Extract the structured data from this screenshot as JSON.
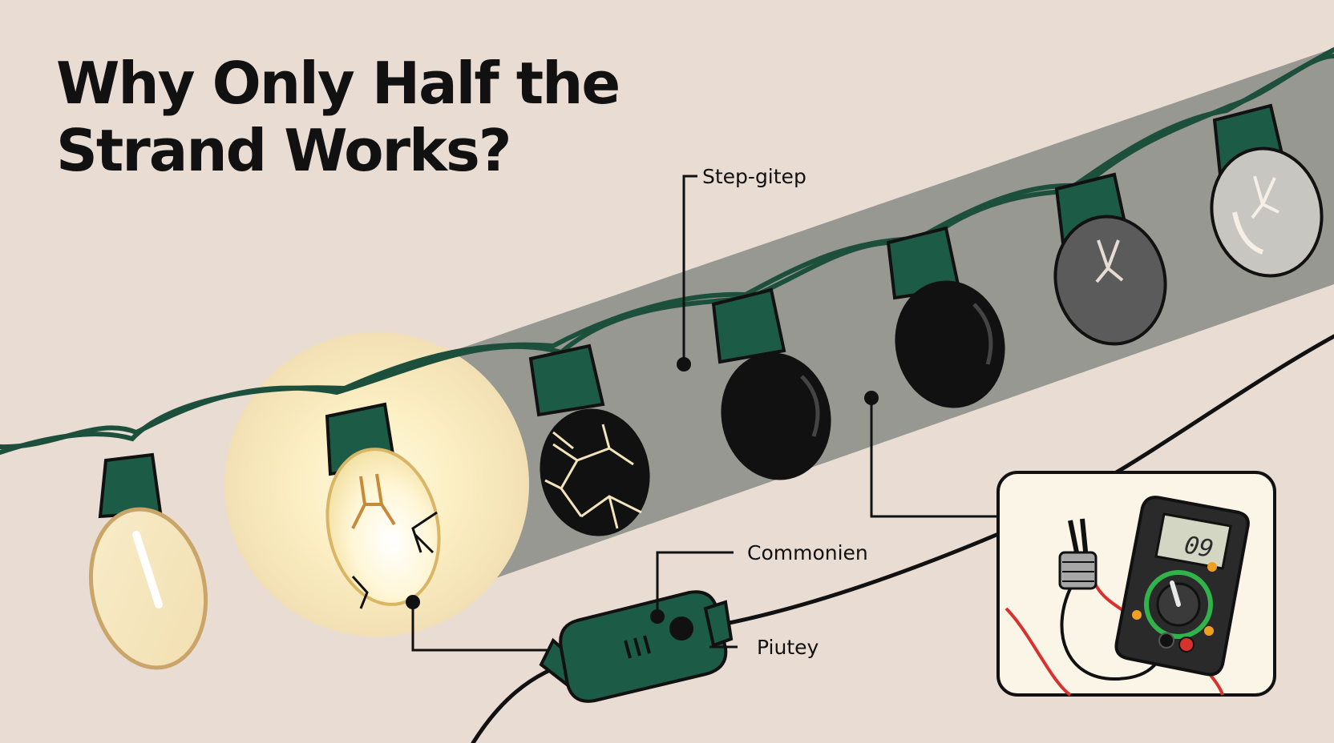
{
  "title": {
    "line1": "Why Only Half the",
    "line2": "Strand Works?"
  },
  "labels": {
    "top_callout": "Step-gitep",
    "middle_callout": "Commonien",
    "lower_callout": "Piutey"
  },
  "multimeter": {
    "reading": "09"
  },
  "colors": {
    "background": "#e8dcd3",
    "wire": "#1d4f3d",
    "socket": "#1c5b46",
    "dead_section": "#8f918c",
    "glow": "#f8e7b3",
    "probe_red": "#d8322f",
    "dial_green": "#2fb34a"
  },
  "icons": [
    "light-bulb-icon",
    "broken-bulb-icon",
    "fuse-plug-icon",
    "multimeter-icon"
  ]
}
